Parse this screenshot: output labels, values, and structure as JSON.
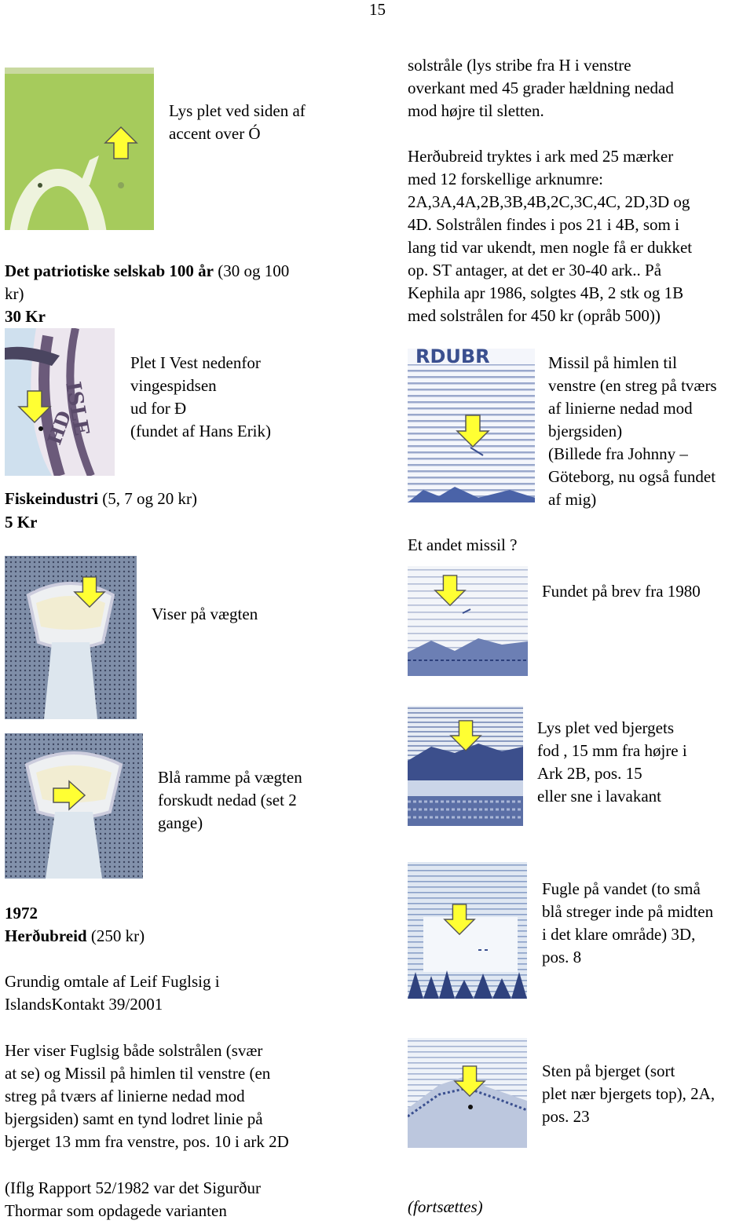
{
  "page_number": "15",
  "left": {
    "cap_accent": "Lys plet ved siden af\naccent  over Ó",
    "section1_title_bold": "Det patriotiske selskab 100 år",
    "section1_title_rest": " (30 og 100\nkr)",
    "section1_value": "30 Kr",
    "cap_plet": "Plet I Vest nedenfor\nvingespidsen\nud for  Ð \n(fundet af Hans Erik)",
    "section2_title_bold": "Fiskeindustri",
    "section2_title_rest": " (5, 7 og 20 kr)",
    "section2_value": "5 Kr",
    "cap_viser": "Viser på vægten",
    "cap_blaa": "Blå ramme på vægten\nforskudt nedad (set 2\ngange)",
    "section3_year": "1972",
    "section3_title_bold": "Herðubreid",
    "section3_title_rest": " (250 kr)",
    "para_grundig": "Grundig omtale af Leif Fuglsig i\nIslandsKontakt 39/2001",
    "para_her": "Her viser Fuglsig både  solstrålen  (svær\nat se) og  Missil  på himlen til venstre (en\nstreg på tværs af linierne nedad mod\nbjergsiden) samt en tynd lodret linie på\nbjerget 13 mm fra venstre, pos. 10 i ark 2D",
    "para_iflg": "(Iflg Rapport 52/1982 var det Sigurður\nThormar som opdagede varianten"
  },
  "right": {
    "para_solstraale": " solstråle  (lys stribe fra H i venstre\noverkant med 45 grader hældning nedad\nmod højre til sletten.",
    "para_herdubreid": "Herðubreid tryktes i ark med 25 mærker\nmed 12 forskellige arknumre:\n2A,3A,4A,2B,3B,4B,2C,3C,4C, 2D,3D og\n4D.  Solstrålen  findes i pos 21 i 4B, som i\nlang tid var ukendt, men nogle få er dukket\nop. ST antager, at det er 30-40 ark.. På\nKephila apr 1986, solgtes 4B, 2 stk og 1B\nmed solstrålen for 450 kr (opråb 500))",
    "cap_missil": " Missil  på himlen til\nvenstre (en streg på tværs\naf linierne nedad mod\nbjergsiden)\n(Billede fra Johnny  –\nGöteborg, nu også fundet\naf mig)",
    "cap_andet": "Et andet missil ?",
    "cap_fundet": "Fundet på brev fra 1980",
    "cap_lysplet": " Lys plet ved bjergets\nfod , 15 mm fra højre i\nArk 2B, pos. 15\n eller  sne i lavakant ",
    "cap_fugle": " Fugle på vandet  (to små\nblå streger inde på midten\ni det  klare  område) 3D,\npos. 8",
    "cap_sten": " Sten på bjerget  (sort\nplet nær bjergets top), 2A,\npos. 23",
    "fortsaettes": "(fortsættes)"
  },
  "colors": {
    "arrow_fill": "#ffff33",
    "arrow_stroke": "#555555",
    "stamp_green": "#a3c95a",
    "stamp_sky": "#cfe0ee",
    "stamp_purple": "#6b5a7a",
    "stamp_blue": "#4a63a8"
  },
  "icons": [
    "arrow-up-icon",
    "arrow-down-icon",
    "arrow-right-icon"
  ]
}
